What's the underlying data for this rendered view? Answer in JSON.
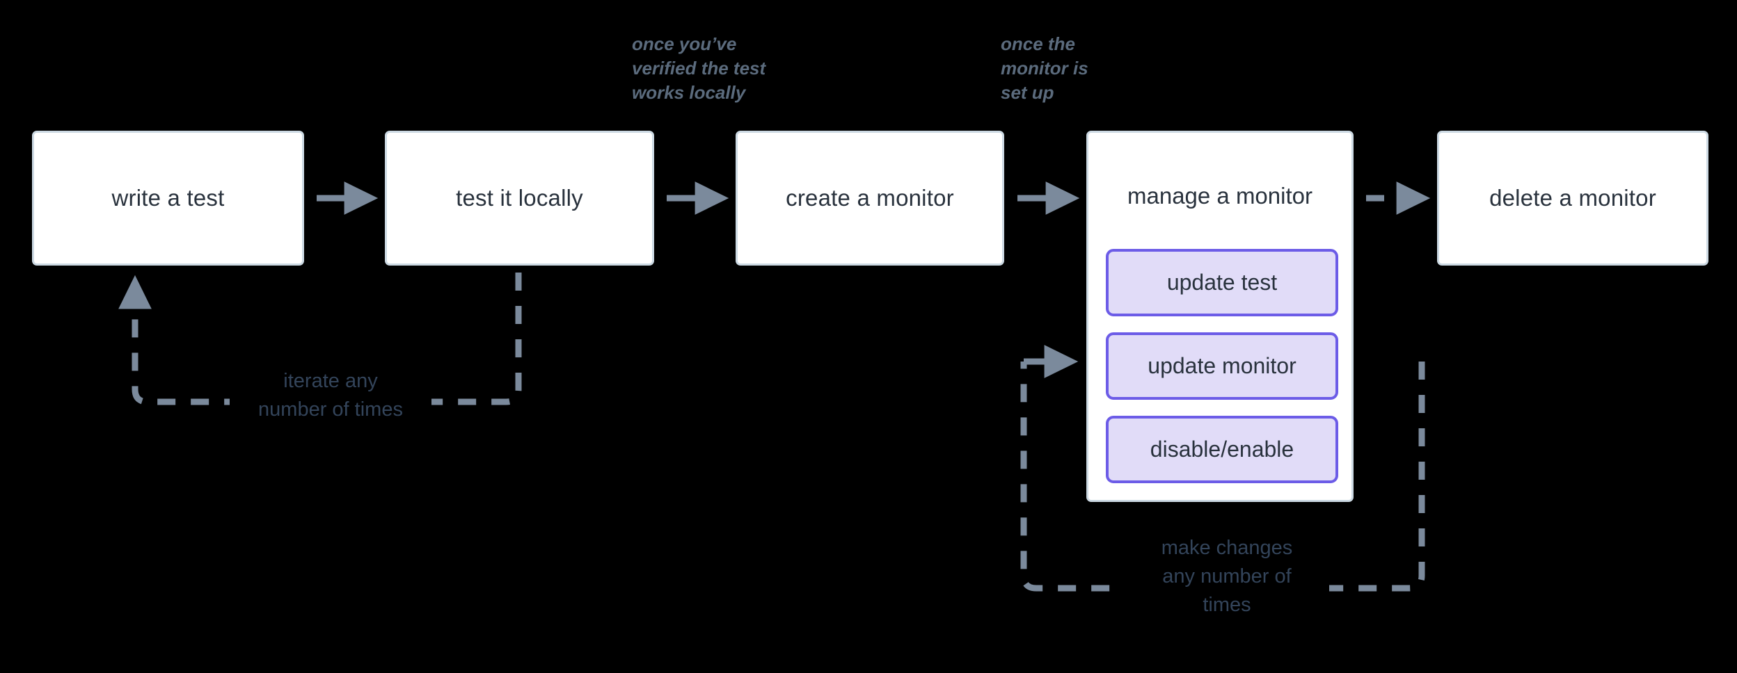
{
  "diagram": {
    "title": "monitor lifecycle flow",
    "colors": {
      "background": "#000000",
      "node_fill": "#ffffff",
      "node_border": "#ccd9e3",
      "node_text": "#29323d",
      "subnode_fill": "#e1dcf8",
      "subnode_border": "#6c5ce7",
      "connector": "#7b8a9c",
      "note_text": "#5b6b7d",
      "loop_text": "#33445a"
    },
    "nodes": [
      {
        "id": "write-a-test",
        "label": "write a test"
      },
      {
        "id": "test-it-locally",
        "label": "test it locally"
      },
      {
        "id": "create-a-monitor",
        "label": "create a monitor"
      },
      {
        "id": "manage-a-monitor",
        "label": "manage a monitor"
      },
      {
        "id": "delete-a-monitor",
        "label": "delete a monitor"
      }
    ],
    "subnodes": [
      {
        "id": "update-test",
        "label": "update test"
      },
      {
        "id": "update-monitor",
        "label": "update monitor"
      },
      {
        "id": "disable-enable",
        "label": "disable/enable"
      }
    ],
    "edge_notes": [
      {
        "id": "note-verified",
        "text": "once you’ve\nverified the test\nworks locally"
      },
      {
        "id": "note-setup",
        "text": "once the\nmonitor is\nset up"
      }
    ],
    "loop_notes": [
      {
        "id": "loop-iterate",
        "text": "iterate any\nnumber of times"
      },
      {
        "id": "loop-changes",
        "text": "make changes\nany number of\ntimes"
      }
    ],
    "connectors": [
      {
        "id": "write-to-test",
        "style": "solid",
        "arrow": true
      },
      {
        "id": "test-to-create",
        "style": "solid",
        "arrow": true
      },
      {
        "id": "create-to-manage",
        "style": "solid",
        "arrow": true
      },
      {
        "id": "manage-to-delete",
        "style": "dashed",
        "arrow": true
      },
      {
        "id": "iterate-loop",
        "style": "dashed",
        "arrow": true
      },
      {
        "id": "changes-loop",
        "style": "dashed",
        "arrow": true
      }
    ]
  }
}
